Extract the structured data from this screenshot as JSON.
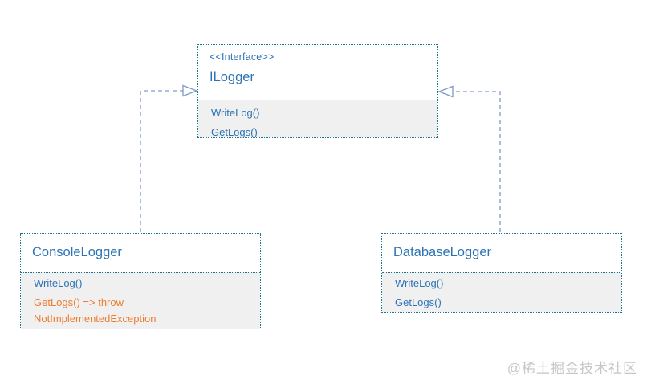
{
  "diagram": {
    "interface_box": {
      "stereotype": "<<Interface>>",
      "name": "ILogger",
      "methods": [
        "WriteLog()",
        "GetLogs()"
      ]
    },
    "console_box": {
      "name": "ConsoleLogger",
      "methods": [
        "WriteLog()",
        "GetLogs() => throw NotImplementedException"
      ]
    },
    "database_box": {
      "name": "DatabaseLogger",
      "methods": [
        "WriteLog()",
        "GetLogs()"
      ]
    },
    "relationships": [
      {
        "from": "ConsoleLogger",
        "to": "ILogger",
        "type": "realization"
      },
      {
        "from": "DatabaseLogger",
        "to": "ILogger",
        "type": "realization"
      }
    ],
    "colors": {
      "box_border": "#1a7490",
      "text_blue": "#2e74b5",
      "warning_orange": "#ed7d31",
      "section_fill": "#f0f0f0",
      "connector": "#7d9cc9",
      "watermark": "#c6c6c6"
    },
    "watermark": "@稀土掘金技术社区"
  }
}
